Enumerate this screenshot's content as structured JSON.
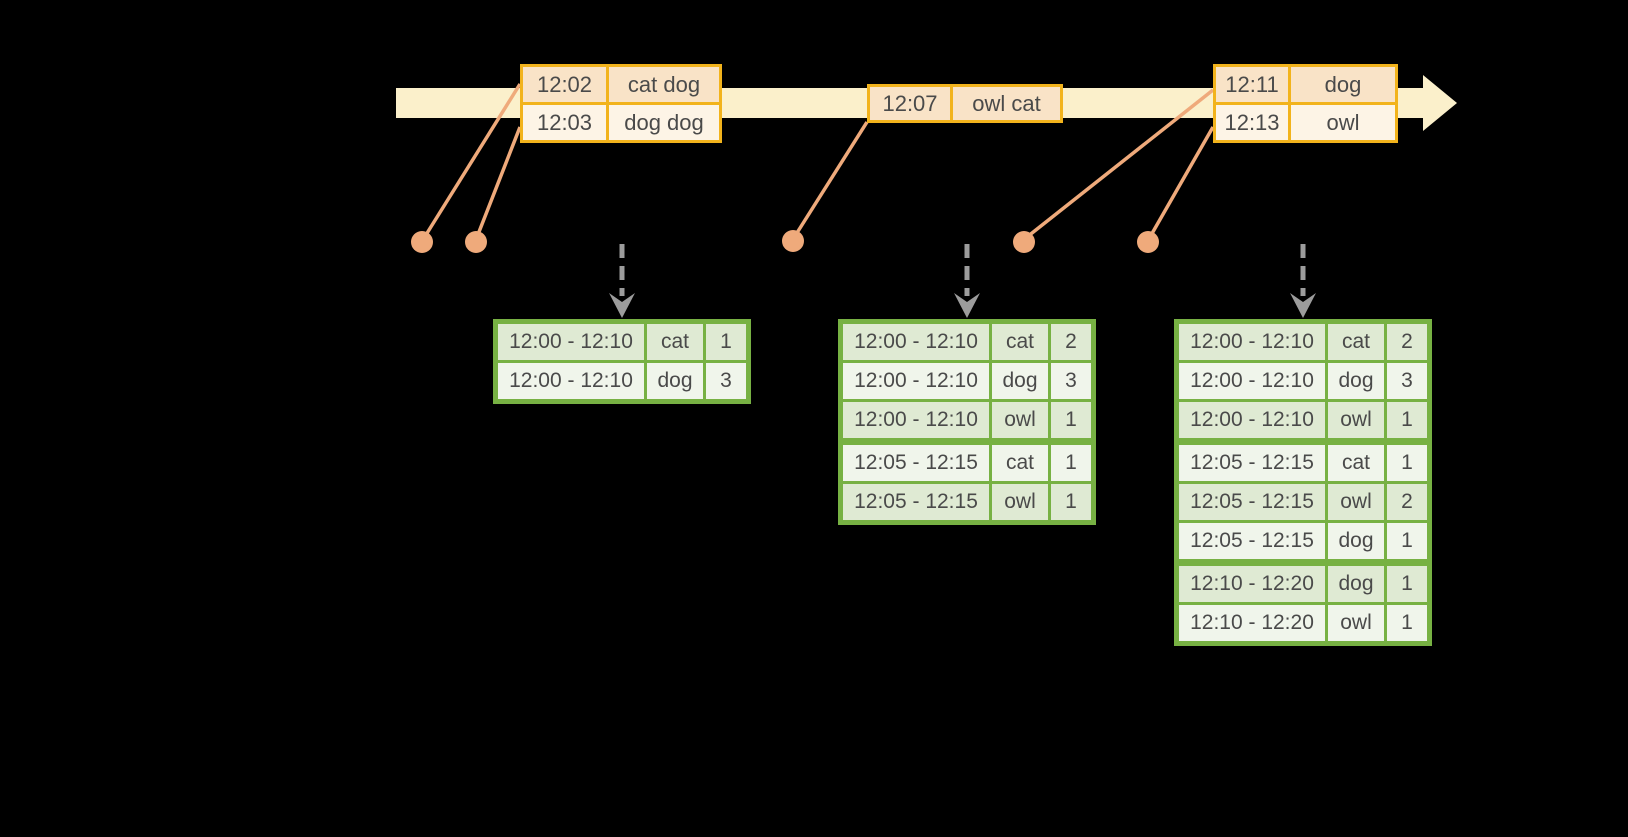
{
  "colors": {
    "band": "#FBF0CB",
    "event_border": "#F2B31C",
    "event_row_a": "#F9E3C7",
    "event_row_b": "#FDF4E6",
    "connector": "#EFAA7B",
    "trigger": "#9C9C9C",
    "result_border": "#77B143",
    "result_row_a": "#DFEAD3",
    "result_row_b": "#F0F5EB",
    "text": "#4A4A4A"
  },
  "events": {
    "tables": [
      {
        "rows": [
          {
            "time": "12:02",
            "words": "cat dog"
          },
          {
            "time": "12:03",
            "words": "dog dog"
          }
        ]
      },
      {
        "rows": [
          {
            "time": "12:07",
            "words": "owl cat"
          }
        ]
      },
      {
        "rows": [
          {
            "time": "12:11",
            "words": "dog"
          },
          {
            "time": "12:13",
            "words": "owl"
          }
        ]
      }
    ]
  },
  "results": {
    "tables": [
      {
        "rows": [
          {
            "window": "12:00 - 12:10",
            "word": "cat",
            "count": "1"
          },
          {
            "window": "12:00 - 12:10",
            "word": "dog",
            "count": "3"
          }
        ]
      },
      {
        "rows": [
          {
            "window": "12:00 - 12:10",
            "word": "cat",
            "count": "2"
          },
          {
            "window": "12:00 - 12:10",
            "word": "dog",
            "count": "3"
          },
          {
            "window": "12:00 - 12:10",
            "word": "owl",
            "count": "1"
          },
          {
            "window": "12:05 - 12:15",
            "word": "cat",
            "count": "1"
          },
          {
            "window": "12:05 - 12:15",
            "word": "owl",
            "count": "1"
          }
        ]
      },
      {
        "rows": [
          {
            "window": "12:00 - 12:10",
            "word": "cat",
            "count": "2"
          },
          {
            "window": "12:00 - 12:10",
            "word": "dog",
            "count": "3"
          },
          {
            "window": "12:00 - 12:10",
            "word": "owl",
            "count": "1"
          },
          {
            "window": "12:05 - 12:15",
            "word": "cat",
            "count": "1"
          },
          {
            "window": "12:05 - 12:15",
            "word": "owl",
            "count": "2"
          },
          {
            "window": "12:05 - 12:15",
            "word": "dog",
            "count": "1"
          },
          {
            "window": "12:10 - 12:20",
            "word": "dog",
            "count": "1"
          },
          {
            "window": "12:10 - 12:20",
            "word": "owl",
            "count": "1"
          }
        ]
      }
    ]
  }
}
